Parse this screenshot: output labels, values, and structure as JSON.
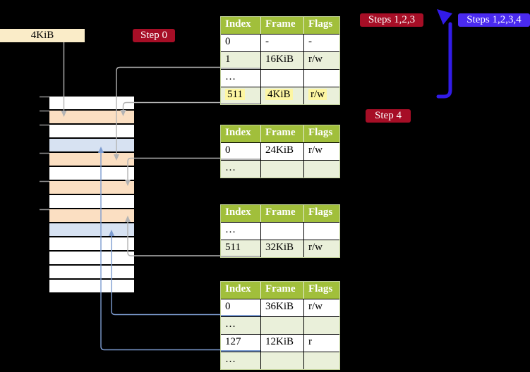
{
  "labels": {
    "frame_size": "4KiB",
    "step0": "Step 0",
    "steps123": "Steps 1,2,3",
    "steps1234": "Steps 1,2,3,4",
    "step4": "Step 4"
  },
  "page_tables": [
    {
      "name": "page-table-top",
      "headers": [
        "Index",
        "Frame",
        "Flags"
      ],
      "rows": [
        {
          "cells": [
            "0",
            "-",
            "-"
          ],
          "shade": "white",
          "link": null,
          "highlight": false
        },
        {
          "cells": [
            "1",
            "16KiB",
            "r/w"
          ],
          "shade": "green",
          "link": "gray",
          "highlight": false
        },
        {
          "cells": [
            "…",
            "",
            ""
          ],
          "shade": "white",
          "link": null,
          "highlight": false
        },
        {
          "cells": [
            "511",
            "4KiB",
            "r/w"
          ],
          "shade": "green",
          "link": "gray",
          "highlight": true
        }
      ]
    },
    {
      "name": "page-table-second",
      "headers": [
        "Index",
        "Frame",
        "Flags"
      ],
      "rows": [
        {
          "cells": [
            "0",
            "24KiB",
            "r/w"
          ],
          "shade": "white",
          "link": "gray",
          "highlight": false
        },
        {
          "cells": [
            "…",
            "",
            ""
          ],
          "shade": "green",
          "link": null,
          "highlight": false
        }
      ]
    },
    {
      "name": "page-table-third",
      "headers": [
        "Index",
        "Frame",
        "Flags"
      ],
      "rows": [
        {
          "cells": [
            "…",
            "",
            ""
          ],
          "shade": "white",
          "link": null,
          "highlight": false
        },
        {
          "cells": [
            "511",
            "32KiB",
            "r/w"
          ],
          "shade": "green",
          "link": "gray",
          "highlight": false
        }
      ]
    },
    {
      "name": "page-table-bottom",
      "headers": [
        "Index",
        "Frame",
        "Flags"
      ],
      "rows": [
        {
          "cells": [
            "0",
            "36KiB",
            "r/w"
          ],
          "shade": "white",
          "link": "blue",
          "highlight": false
        },
        {
          "cells": [
            "…",
            "",
            ""
          ],
          "shade": "green",
          "link": null,
          "highlight": false
        },
        {
          "cells": [
            "127",
            "12KiB",
            "r"
          ],
          "shade": "white",
          "link": "blue",
          "highlight": false
        },
        {
          "cells": [
            "…",
            "",
            ""
          ],
          "shade": "green",
          "link": null,
          "highlight": false
        }
      ]
    }
  ],
  "memory_column": {
    "rows": [
      "white",
      "peach",
      "white",
      "blue",
      "peach",
      "white",
      "peach",
      "white",
      "peach",
      "blue",
      "white",
      "white",
      "white",
      "white"
    ]
  },
  "colors": {
    "background": "#000000",
    "table_header_green": "#a1bf3b",
    "table_row_green": "#eaf0da",
    "highlight_yellow": "#fdf6a2",
    "memory_peach": "#fbdfc2",
    "memory_blue": "#d7e2f2",
    "label_wheat": "#faecc8",
    "badge_red": "#a60e26",
    "badge_blue": "#4a2af0",
    "arrow_blue": "#321be8",
    "connector_gray": "#b4b4b4",
    "connector_blue": "#7d9cd1"
  }
}
